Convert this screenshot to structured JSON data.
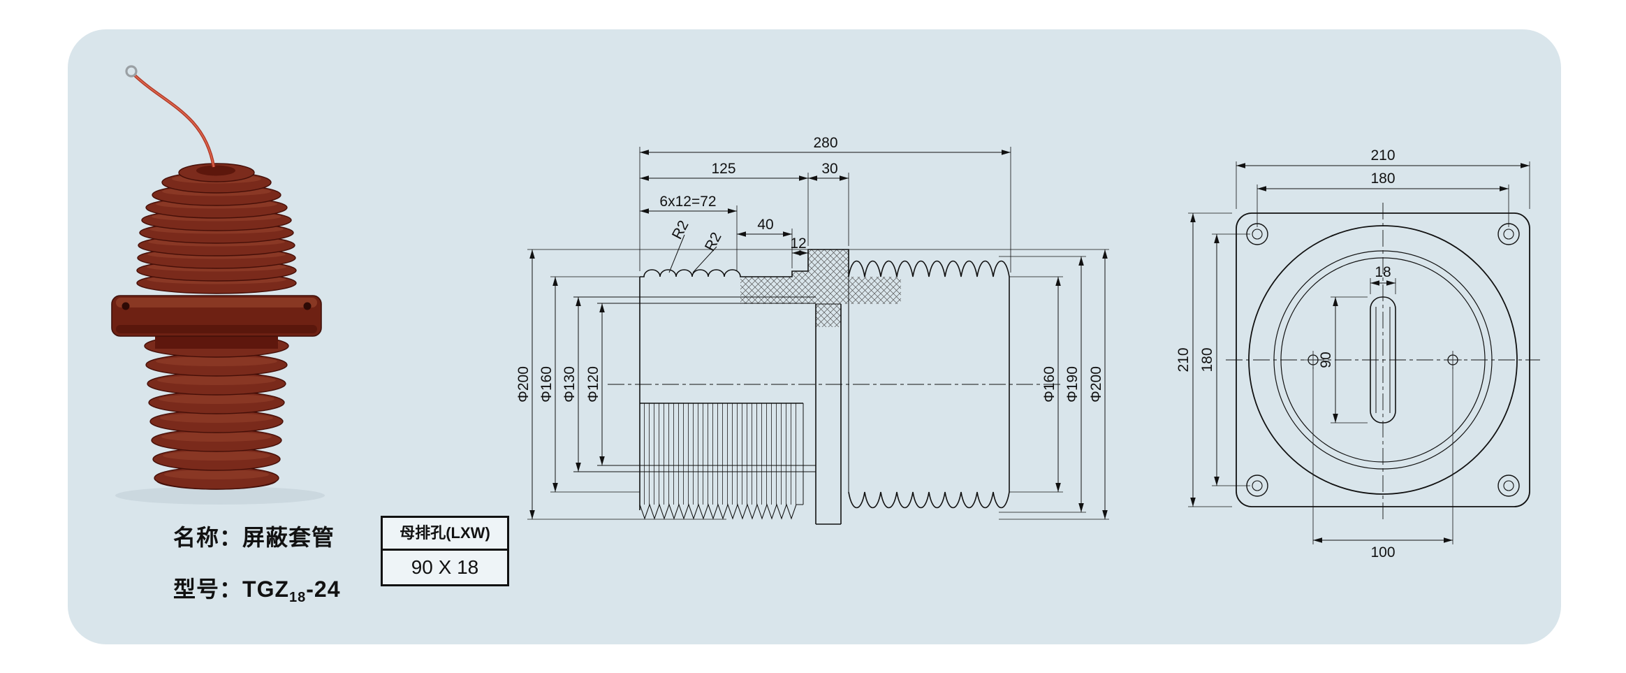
{
  "panel": {
    "bg": "#d9e5eb",
    "page_bg": "#ffffff",
    "line_color": "#111111",
    "product_color": "#7a2a1b"
  },
  "caption": {
    "name_label": "名称：屏蔽套管",
    "model_prefix": "型号：",
    "model_main": "TGZ",
    "model_sub": "18",
    "model_suffix": "-24"
  },
  "spec_table": {
    "header": "母排孔(LXW)",
    "value": "90 X 18"
  },
  "section_view": {
    "dim_280": "280",
    "dim_125": "125",
    "dim_30": "30",
    "dim_40": "40",
    "dim_12": "12",
    "dim_pitch": "6x12=72",
    "r2_a": "R2",
    "r2_b": "R2",
    "dia_200_l": "Φ200",
    "dia_160_l": "Φ160",
    "dia_130": "Φ130",
    "dia_120": "Φ120",
    "dia_160_r": "Φ160",
    "dia_190": "Φ190",
    "dia_200_r": "Φ200"
  },
  "front_view": {
    "dim_210_top": "210",
    "dim_180_top": "180",
    "dim_210_left": "210",
    "dim_180_left": "180",
    "dim_100": "100",
    "dim_18": "18",
    "dim_90": "90"
  }
}
